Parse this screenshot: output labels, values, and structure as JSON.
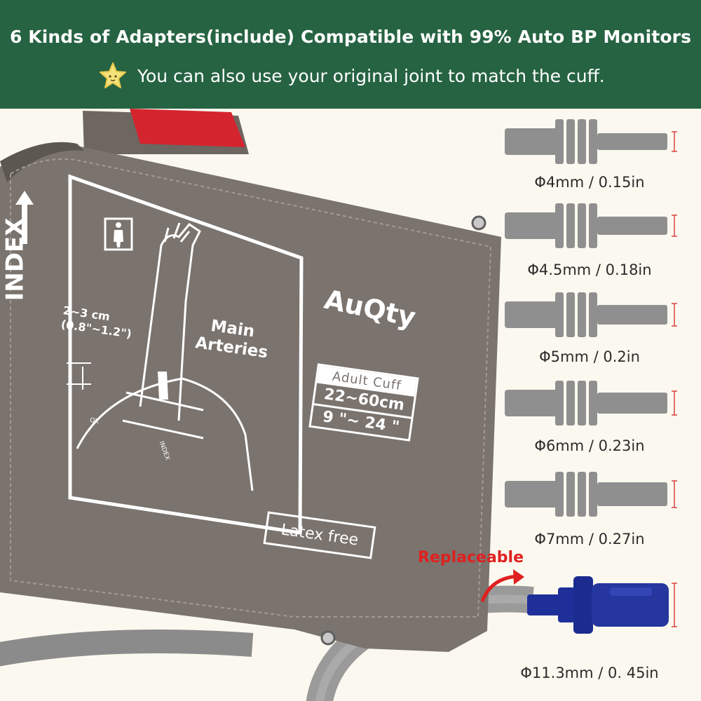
{
  "banner": {
    "title": "6 Kinds of Adapters(include) Compatible with 99% Auto BP Monitors",
    "subtitle": "You can also use your original joint to match the cuff.",
    "color": "#266342"
  },
  "cuff": {
    "brand": "AuQty",
    "index_text": "INDEX",
    "measure_text": "2~3  cm",
    "measure_inches": "(0.8\"~1.2\")",
    "arteries_label": "Main Arteries",
    "cuff_type": "Adult Cuff",
    "size_cm": "22~60cm",
    "size_in": "9 \"~ 24 \"",
    "latex_label": "Latex free",
    "ok_label": "OK",
    "index_small": "INDEX",
    "color": "#7a736e"
  },
  "adapters": [
    {
      "label": "Φ4mm / 0.15in",
      "color": "#8f8f8f",
      "icon": "gray-adapter-icon"
    },
    {
      "label": "Φ4.5mm / 0.18in",
      "color": "#8f8f8f",
      "icon": "gray-adapter-icon"
    },
    {
      "label": "Φ5mm / 0.2in",
      "color": "#8f8f8f",
      "icon": "gray-adapter-icon"
    },
    {
      "label": "Φ6mm / 0.23in",
      "color": "#8f8f8f",
      "icon": "gray-adapter-icon"
    },
    {
      "label": "Φ7mm / 0.27in",
      "color": "#8f8f8f",
      "icon": "gray-adapter-icon"
    },
    {
      "label": "Φ11.3mm / 0. 45in",
      "color": "#1f2f9a",
      "icon": "blue-connector-icon"
    }
  ],
  "replaceable_label": "Replaceable",
  "accent_red": "#e02020"
}
